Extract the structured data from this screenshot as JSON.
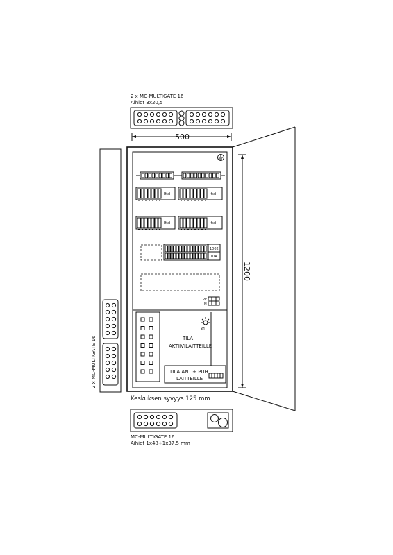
{
  "top_gland": {
    "title": "2 x MC-MULTIGATE 16",
    "subtitle": "Aihiot 3x20,5"
  },
  "side_gland": {
    "title": "2 x MC-MULTIGATE 16"
  },
  "bottom_gland": {
    "title": "MC-MULTIGATE 16",
    "subtitle": "Aihiot 1x48+1x37,5 mm"
  },
  "dimensions": {
    "width": "500",
    "height": "1200",
    "depth_note": "Keskuksen syvyys 125 mm"
  },
  "rows": {
    "row1_label": "Ifsd",
    "row2_label": "Ifsd",
    "meter_top": "1002",
    "meter_bottom": "10A"
  },
  "right_labels": {
    "pe": "PE",
    "n": "N",
    "x1": "X1"
  },
  "zones": {
    "active_title": "TILA",
    "active_sub": "AKTIIVILAITTEILLE",
    "phone_title": "TILA ANT.+ PUH.",
    "phone_sub": "LAITTEILLE"
  },
  "icons": [
    "earth-ground-icon",
    "lamp-icon"
  ]
}
